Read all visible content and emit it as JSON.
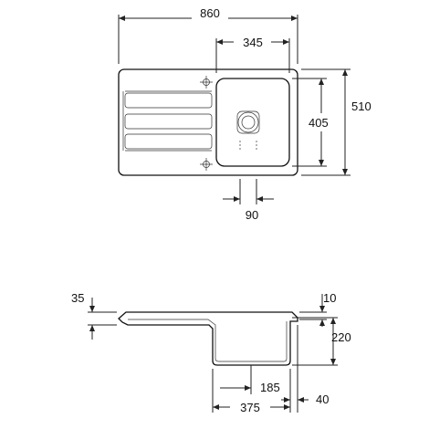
{
  "dimensions": {
    "overall_width": "860",
    "bowl_width": "345",
    "overall_depth": "510",
    "bowl_depth": "405",
    "waste_offset": "90",
    "rim_height": "35",
    "rim_top": "10",
    "bowl_height": "220",
    "waste_center": "185",
    "bowl_outer": "375",
    "side_offset": "40"
  },
  "icons": {
    "tap_hole_top": "tap-hole-crosshair-icon",
    "tap_hole_bottom": "tap-hole-crosshair-icon",
    "waste": "waste-outlet-icon"
  }
}
